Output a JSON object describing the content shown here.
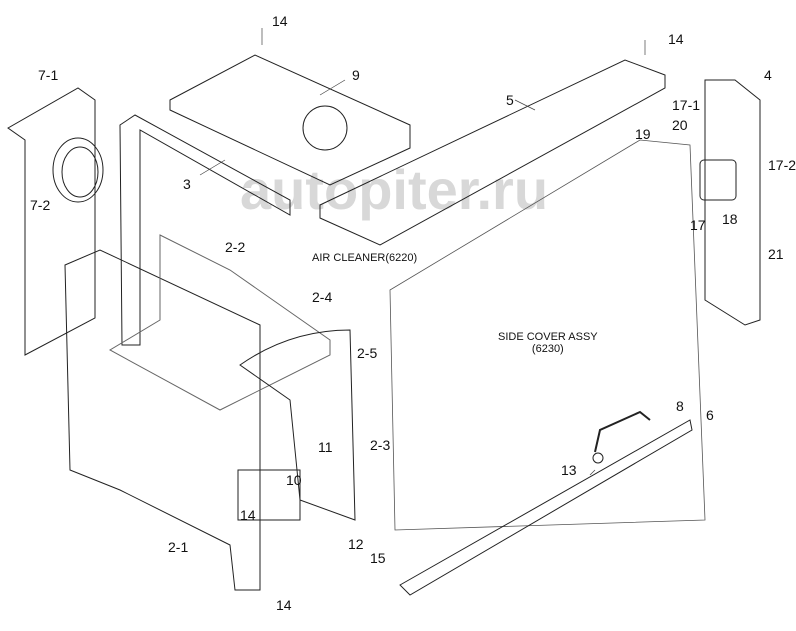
{
  "title": "Side cover parts diagram",
  "watermark": "autopiter.ru",
  "annotations": {
    "air_cleaner": "AIR CLEANER(6220)",
    "side_cover_line1": "SIDE COVER ASSY",
    "side_cover_line2": "(6230)"
  },
  "callouts": {
    "c14a": "14",
    "c14b": "14",
    "c9": "9",
    "c5": "5",
    "c4": "4",
    "c7_1": "7-1",
    "c7_2": "7-2",
    "c3": "3",
    "c17_1": "17-1",
    "c20": "20",
    "c19": "19",
    "c17_2": "17-2",
    "c17": "17",
    "c18": "18",
    "c21": "21",
    "c2_2": "2-2",
    "c2_4": "2-4",
    "c2_5": "2-5",
    "c11": "11",
    "c2_3": "2-3",
    "c10": "10",
    "c14c": "14",
    "c8": "8",
    "c6": "6",
    "c13": "13",
    "c2_1": "2-1",
    "c12": "12",
    "c15": "15",
    "c14d": "14"
  }
}
